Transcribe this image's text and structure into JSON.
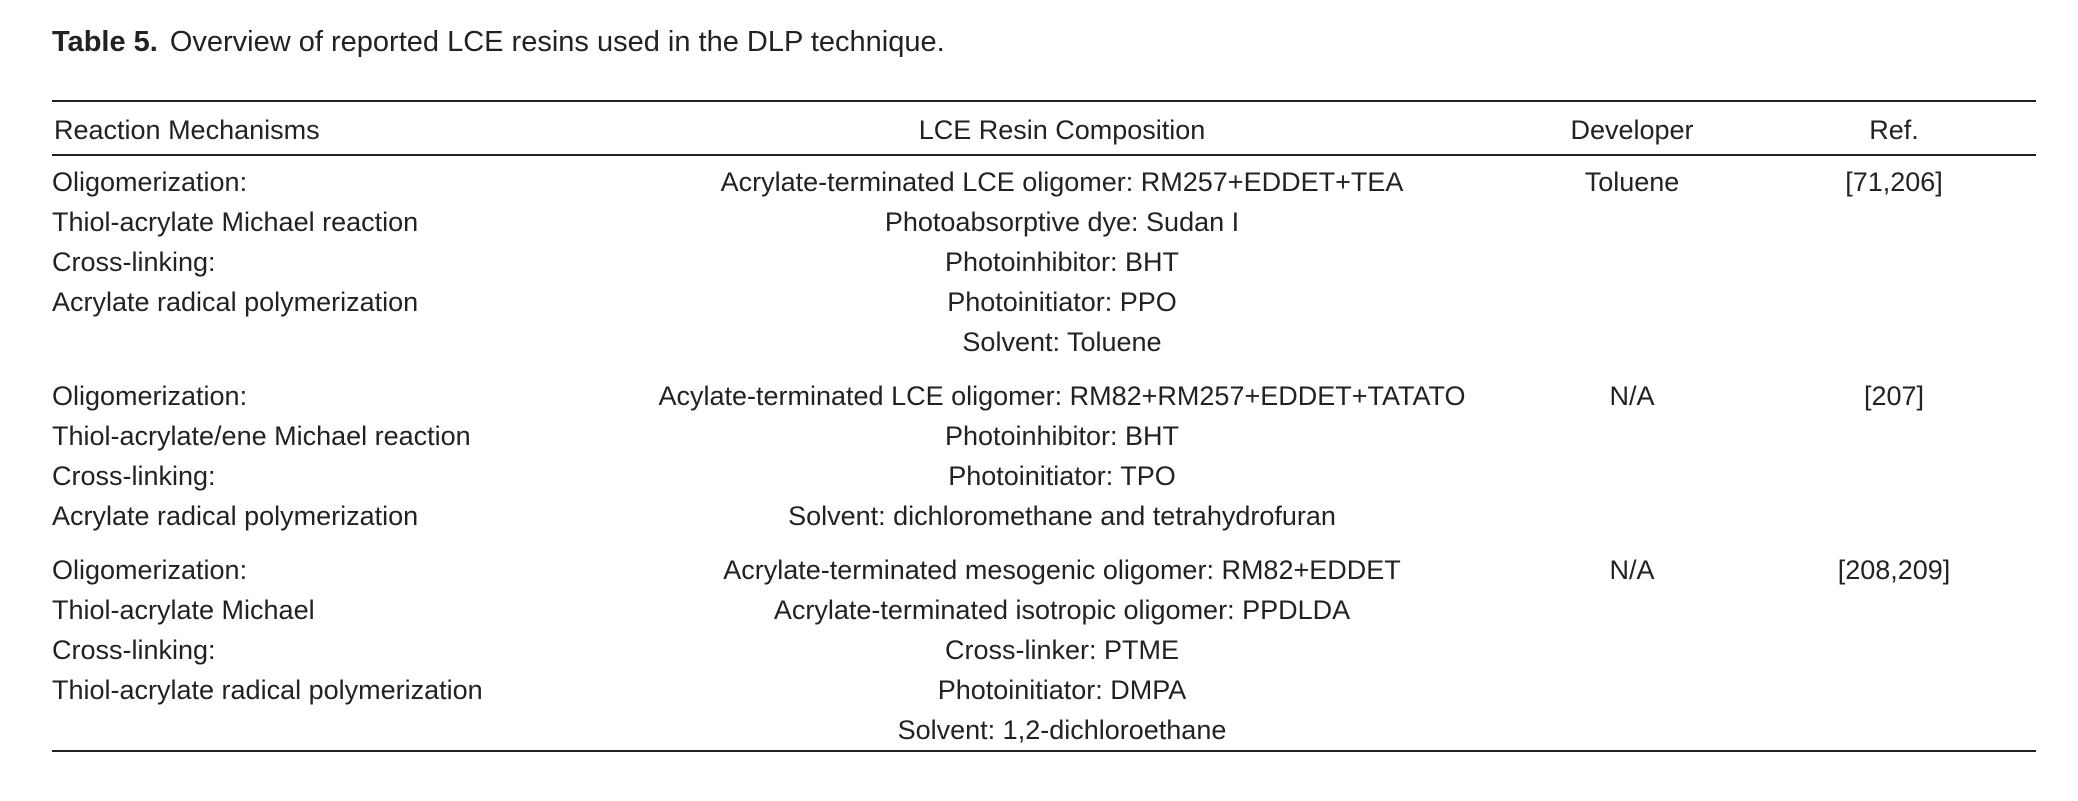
{
  "caption": {
    "label": "Table 5.",
    "text": "Overview of reported LCE resins used in the DLP technique."
  },
  "table": {
    "headers": {
      "mechanisms": "Reaction Mechanisms",
      "composition": "LCE Resin Composition",
      "developer": "Developer",
      "ref": "Ref."
    },
    "rows": [
      {
        "mechanisms": [
          "Oligomerization:",
          "Thiol-acrylate Michael reaction",
          "Cross-linking:",
          "Acrylate radical polymerization"
        ],
        "composition": [
          "Acrylate-terminated LCE oligomer: RM257+EDDET+TEA",
          "Photoabsorptive dye: Sudan I",
          "Photoinhibitor: BHT",
          "Photoinitiator: PPO",
          "Solvent: Toluene"
        ],
        "developer": "Toluene",
        "ref": "[71,206]"
      },
      {
        "mechanisms": [
          "Oligomerization:",
          "Thiol-acrylate/ene Michael reaction",
          "Cross-linking:",
          "Acrylate radical polymerization"
        ],
        "composition": [
          "Acylate-terminated LCE oligomer: RM82+RM257+EDDET+TATATO",
          "Photoinhibitor: BHT",
          "Photoinitiator: TPO",
          "Solvent: dichloromethane and tetrahydrofuran"
        ],
        "developer": "N/A",
        "ref": "[207]"
      },
      {
        "mechanisms": [
          "Oligomerization:",
          "Thiol-acrylate Michael",
          "Cross-linking:",
          "Thiol-acrylate radical polymerization"
        ],
        "composition": [
          "Acrylate-terminated mesogenic oligomer: RM82+EDDET",
          "Acrylate-terminated isotropic oligomer: PPDLDA",
          "Cross-linker: PTME",
          "Photoinitiator: DMPA",
          "Solvent: 1,2-dichloroethane"
        ],
        "developer": "N/A",
        "ref": "[208,209]"
      }
    ]
  }
}
